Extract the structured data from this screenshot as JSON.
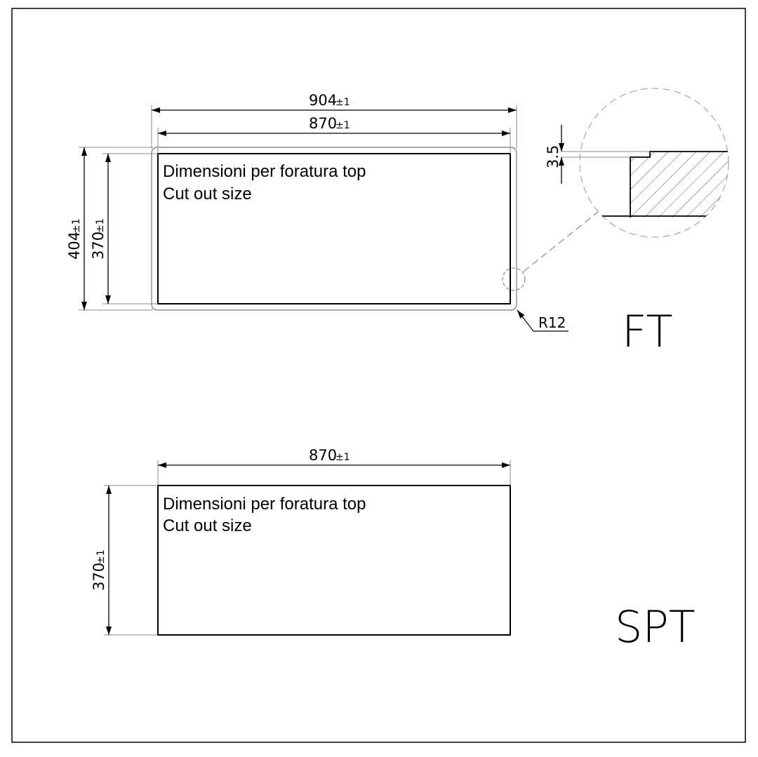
{
  "drawing": {
    "ft": {
      "outer_width": "904",
      "outer_width_tol": "±1",
      "inner_width": "870",
      "inner_width_tol": "±1",
      "outer_height": "404",
      "outer_height_tol": "±1",
      "inner_height": "370",
      "inner_height_tol": "±1",
      "note_line1": "Dimensioni per foratura top",
      "note_line2": "Cut out size",
      "radius": "R12",
      "detail_step": "3.5",
      "label": "FT"
    },
    "spt": {
      "width": "870",
      "width_tol": "±1",
      "height": "370",
      "height_tol": "±1",
      "note_line1": "Dimensioni per foratura top",
      "note_line2": "Cut out size",
      "label": "SPT"
    }
  }
}
